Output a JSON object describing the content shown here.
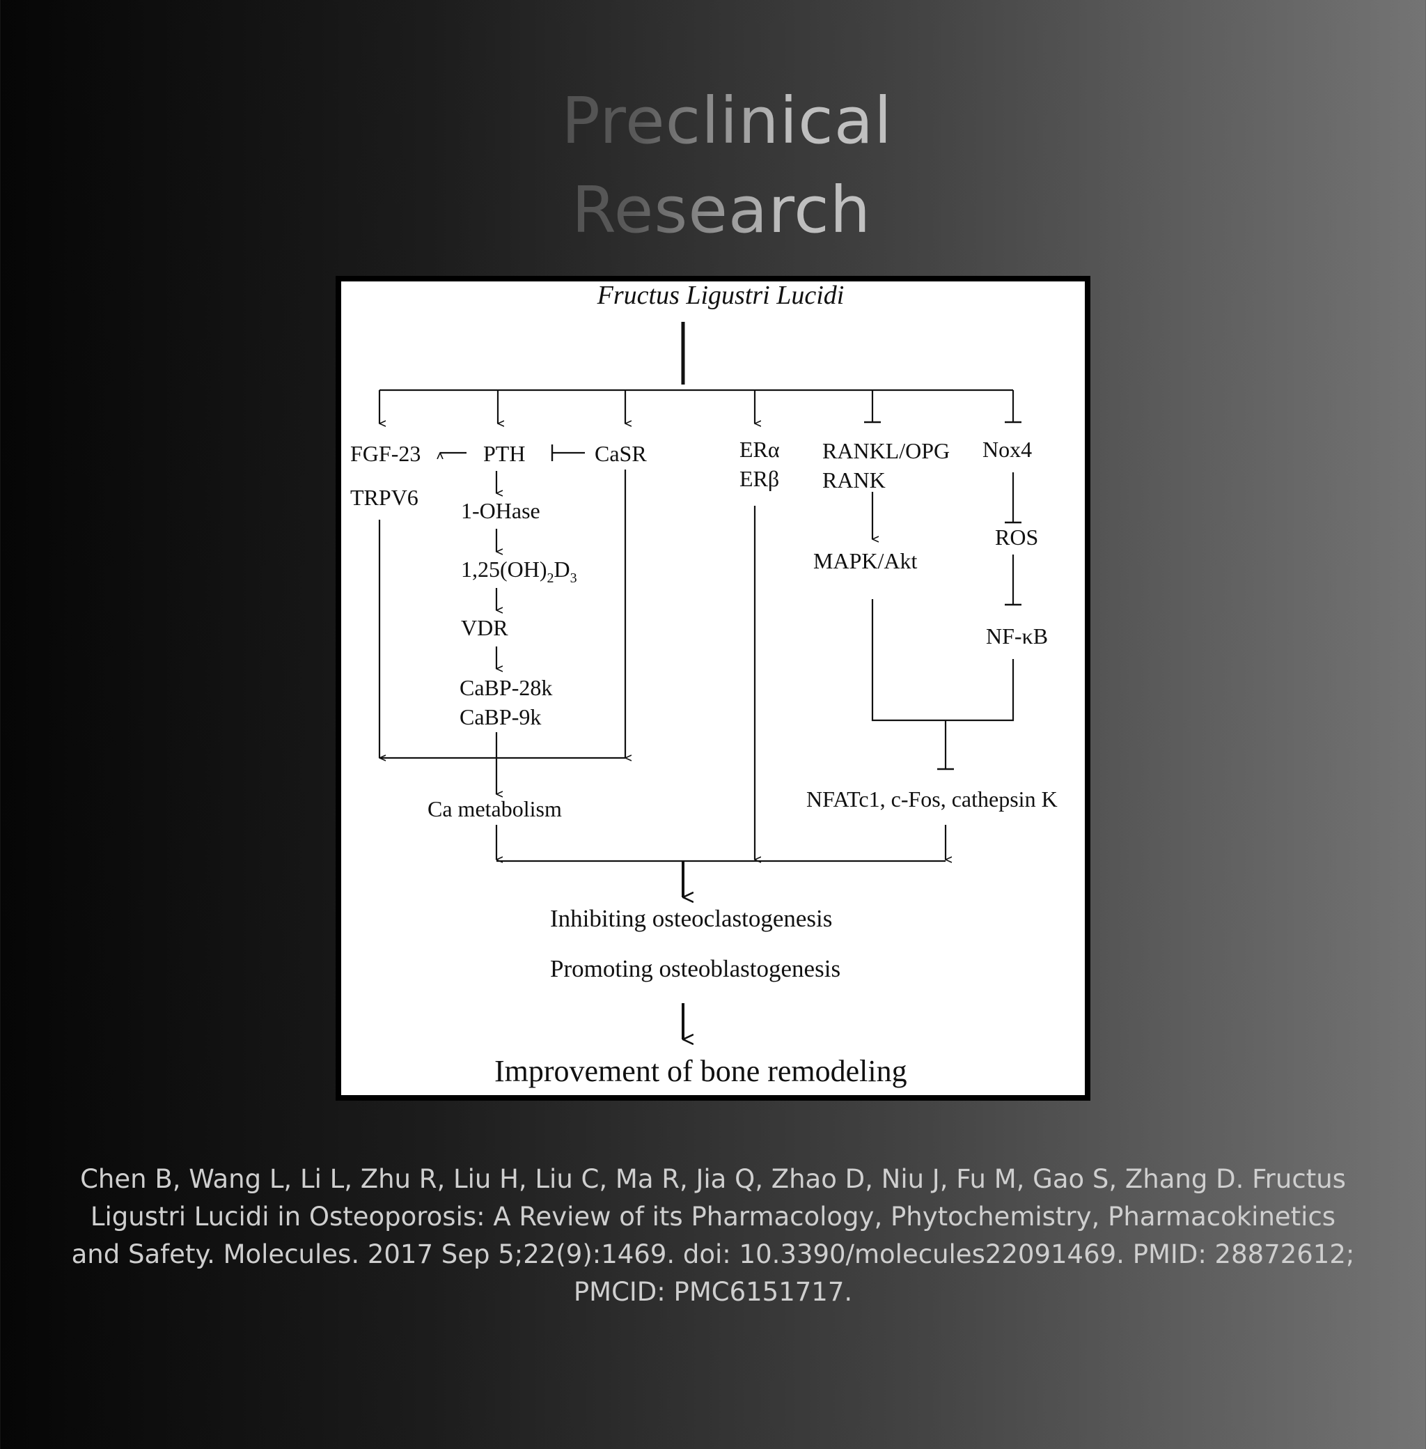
{
  "title": {
    "line1": "Preclinical",
    "line2": "Research"
  },
  "diagram": {
    "root": "Fructus Ligustri Lucidi",
    "fgf23": "FGF-23",
    "pth": "PTH",
    "casr": "CaSR",
    "trpv6": "TRPV6",
    "ohase": "1-OHase",
    "vitd": {
      "main": "1,25(OH)",
      "sub1": "2",
      "mid": "D",
      "sub2": "3"
    },
    "vdr": "VDR",
    "cabp28k": "CaBP-28k",
    "cabp9k": "CaBP-9k",
    "ca_metabolism": "Ca metabolism",
    "era": "ERα",
    "erb": "ERβ",
    "rankl_opg": "RANKL/OPG",
    "rank": "RANK",
    "mapk": "MAPK/Akt",
    "nox4": "Nox4",
    "ros": "ROS",
    "nfkb": "NF-κB",
    "nfatc1": "NFATc1, c-Fos, cathepsin K",
    "inhibiting": "Inhibiting osteoclastogenesis",
    "promoting": "Promoting osteoblastogenesis",
    "outcome": "Improvement of bone remodeling"
  },
  "caption": "Chen B, Wang L, Li L, Zhu R, Liu H, Liu C, Ma R, Jia Q, Zhao D, Niu J, Fu M, Gao S, Zhang D. Fructus Ligustri Lucidi in Osteoporosis: A Review of its Pharmacology, Phytochemistry, Pharmacokinetics and Safety. Molecules. 2017 Sep 5;22(9):1469. doi: 10.3390/molecules22091469. PMID: 28872612; PMCID: PMC6151717."
}
